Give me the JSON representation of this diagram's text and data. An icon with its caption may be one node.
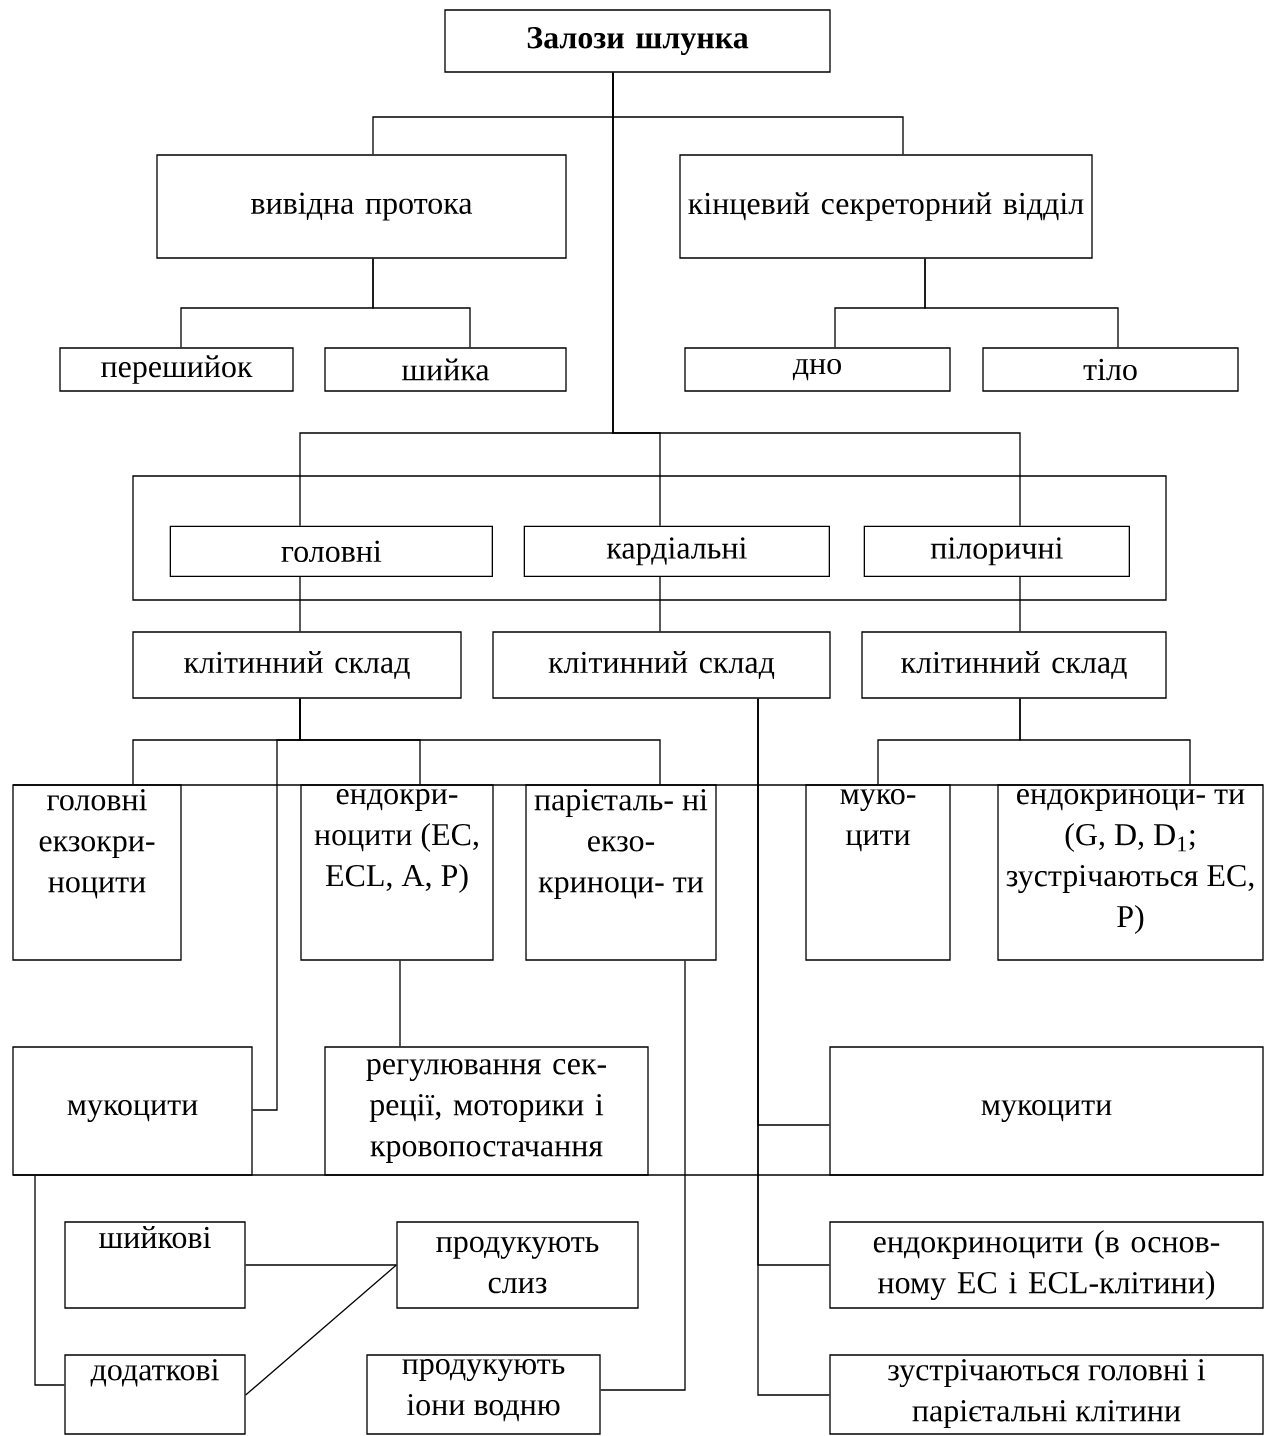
{
  "diagram": {
    "nodes": [
      {
        "text": [
          "Залози шлунка"
        ]
      },
      {
        "text": [
          "вивідна протока"
        ]
      },
      {
        "text": [
          "кінцевий секреторний відділ"
        ]
      },
      {
        "text": [
          "перешийок"
        ]
      },
      {
        "text": [
          "шийка"
        ]
      },
      {
        "text": [
          "дно"
        ]
      },
      {
        "text": [
          "тіло"
        ]
      },
      {
        "text": [],
        "shape": "box"
      },
      {
        "text": [
          "головні"
        ],
        "in": 7
      },
      {
        "text": [
          "кардіальні"
        ],
        "in": 7
      },
      {
        "text": [
          "пілоричні"
        ],
        "in": 7
      },
      {
        "text": [
          "клітинний склад"
        ]
      },
      {
        "text": [
          "клітинний склад"
        ]
      },
      {
        "text": [
          "клітинний склад"
        ]
      },
      {
        "text": [
          "головні екзокри- ноцити"
        ]
      },
      {
        "text": [
          "ендокри- ноцити (EC, ECL, A, P)"
        ]
      },
      {
        "text": [
          "парієталь- ні екзо- криноци- ти"
        ]
      },
      {
        "text": [
          "муко- цити"
        ]
      },
      {
        "text": [
          "ендокриноци- ти (G, D, D$_{1}$; зустрічаються EC, P)"
        ]
      },
      {
        "text": [
          "мукоцити"
        ]
      },
      {
        "text": [
          "регулювання сек- реції, моторики і кровопостачання"
        ]
      },
      {
        "text": [
          "мукоцити"
        ]
      },
      {
        "text": [
          "шийкові"
        ]
      },
      {
        "text": [
          "продукують слиз"
        ]
      },
      {
        "text": [
          "ендокриноцити (в основ- ному EC і ECL-клітини)"
        ]
      },
      {
        "text": [
          "додаткові"
        ]
      },
      {
        "text": [
          "продукують іони водню"
        ]
      },
      {
        "text": [
          "зустрічаються головні і парієтальні клітини"
        ]
      }
    ],
    "edges": [
      {
        "from": 0,
        "to": 1,
        "arrow": "none"
      },
      {
        "from": 0,
        "to": 2,
        "arrow": "none"
      },
      {
        "from": 0,
        "to": 8,
        "arrow": "none"
      },
      {
        "from": 0,
        "to": 9,
        "arrow": "none"
      },
      {
        "from": 0,
        "to": 10,
        "arrow": "none"
      },
      {
        "from": 1,
        "to": 3,
        "arrow": "none"
      },
      {
        "from": 1,
        "to": 4,
        "arrow": "none"
      },
      {
        "from": 2,
        "to": 5,
        "arrow": "none"
      },
      {
        "from": 2,
        "to": 6,
        "arrow": "none"
      },
      {
        "from": 8,
        "to": 11,
        "arrow": "none"
      },
      {
        "from": 9,
        "to": 12,
        "arrow": "none"
      },
      {
        "from": 10,
        "to": 13,
        "arrow": "none"
      },
      {
        "from": 11,
        "to": 14,
        "arrow": "none"
      },
      {
        "from": 11,
        "to": 15,
        "arrow": "none"
      },
      {
        "from": 11,
        "to": 16,
        "arrow": "none"
      },
      {
        "from": 11,
        "to": 19,
        "arrow": "none"
      },
      {
        "from": 15,
        "to": 20,
        "arrow": "none"
      },
      {
        "from": 12,
        "to": 21,
        "arrow": "none"
      },
      {
        "from": 12,
        "to": 24,
        "arrow": "none"
      },
      {
        "from": 12,
        "to": 27,
        "arrow": "none"
      },
      {
        "from": 13,
        "to": 17,
        "arrow": "none"
      },
      {
        "from": 13,
        "to": 18,
        "arrow": "none"
      },
      {
        "from": 16,
        "to": 26,
        "arrow": "none"
      },
      {
        "from": 19,
        "to": 25,
        "arrow": "none"
      },
      {
        "from": 22,
        "to": 23,
        "arrow": "none"
      },
      {
        "from": 25,
        "to": 23,
        "arrow": "none"
      }
    ]
  }
}
